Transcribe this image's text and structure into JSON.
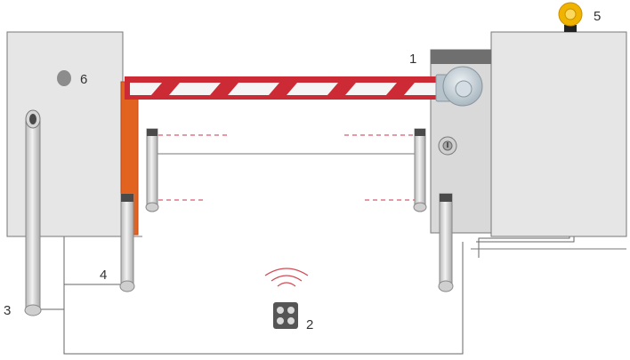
{
  "callouts": {
    "barrier": "1",
    "remote": "2",
    "post": "3",
    "photocell_post": "4",
    "flashing_light": "5",
    "key_selector": "6"
  },
  "colors": {
    "boom_red": "#cc2a35",
    "boom_white": "#f5f5f5",
    "support_orange": "#e2621f",
    "light_yellow": "#f0b400",
    "beam_dashes": "#c9334a",
    "wall_fill": "#e5e5e5",
    "cabinet_fill": "#d9d9d9",
    "wire": "#666666"
  }
}
